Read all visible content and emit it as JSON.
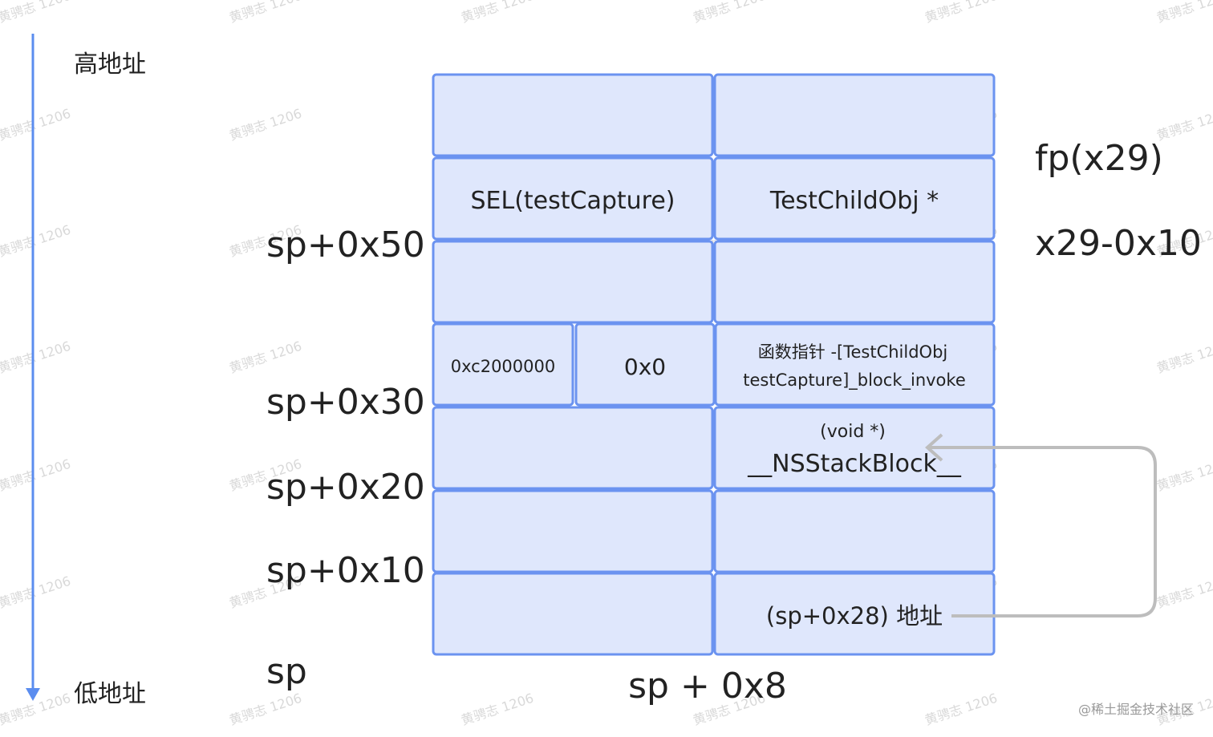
{
  "axis": {
    "high_label": "高地址",
    "low_label": "低地址",
    "color": "#5b8def"
  },
  "offsets": {
    "sp_50": "sp+0x50",
    "sp_30": "sp+0x30",
    "sp_20": "sp+0x20",
    "sp_10": "sp+0x10",
    "sp": "sp",
    "sp_8": "sp + 0x8"
  },
  "registers": {
    "fp": "fp(x29)",
    "x29_minus": "x29-0x10"
  },
  "stack": {
    "row2": {
      "left": "SEL(testCapture)",
      "right": "TestChildObj *"
    },
    "row4": {
      "flags": "0xc2000000",
      "reserved": "0x0",
      "invoke_line1": "函数指针 -[TestChildObj",
      "invoke_line2": "testCapture]_block_invoke"
    },
    "row5": {
      "isa_line1": "(void *)",
      "isa_line2": "__NSStackBlock__"
    },
    "row8": {
      "address": "(sp+0x28) 地址"
    }
  },
  "arrow_color": "#bdbdbd",
  "cell_fill": "#dfe7fc",
  "cell_stroke": "#6b93f0",
  "watermark": "黄骋志 1206",
  "footer": "@稀土掘金技术社区"
}
